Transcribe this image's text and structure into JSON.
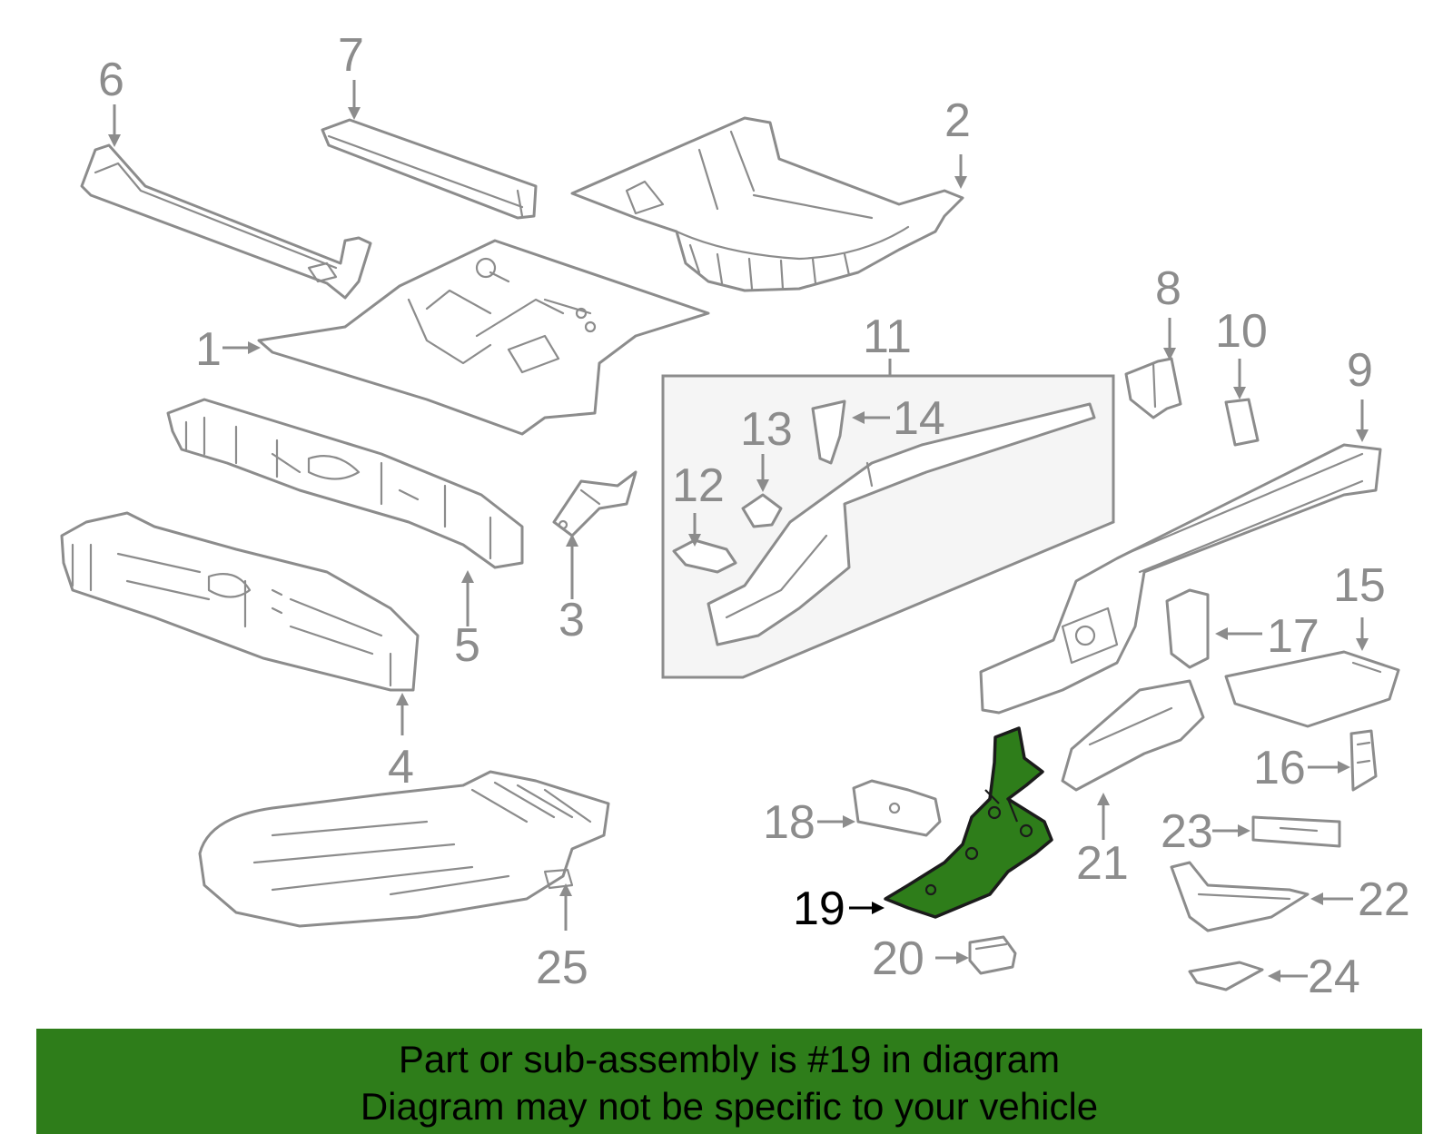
{
  "banner": {
    "line1": "Part or sub-assembly is #19 in diagram",
    "line2": "Diagram may not be specific to your vehicle",
    "color": "#2e7d1a"
  },
  "diagram": {
    "highlighted_part": "19",
    "highlight_color": "#2e7d1a",
    "callouts": {
      "c1": "1",
      "c2": "2",
      "c3": "3",
      "c4": "4",
      "c5": "5",
      "c6": "6",
      "c7": "7",
      "c8": "8",
      "c9": "9",
      "c10": "10",
      "c11": "11",
      "c12": "12",
      "c13": "13",
      "c14": "14",
      "c15": "15",
      "c16": "16",
      "c17": "17",
      "c18": "18",
      "c19": "19",
      "c20": "20",
      "c21": "21",
      "c22": "22",
      "c23": "23",
      "c24": "24",
      "c25": "25"
    }
  }
}
